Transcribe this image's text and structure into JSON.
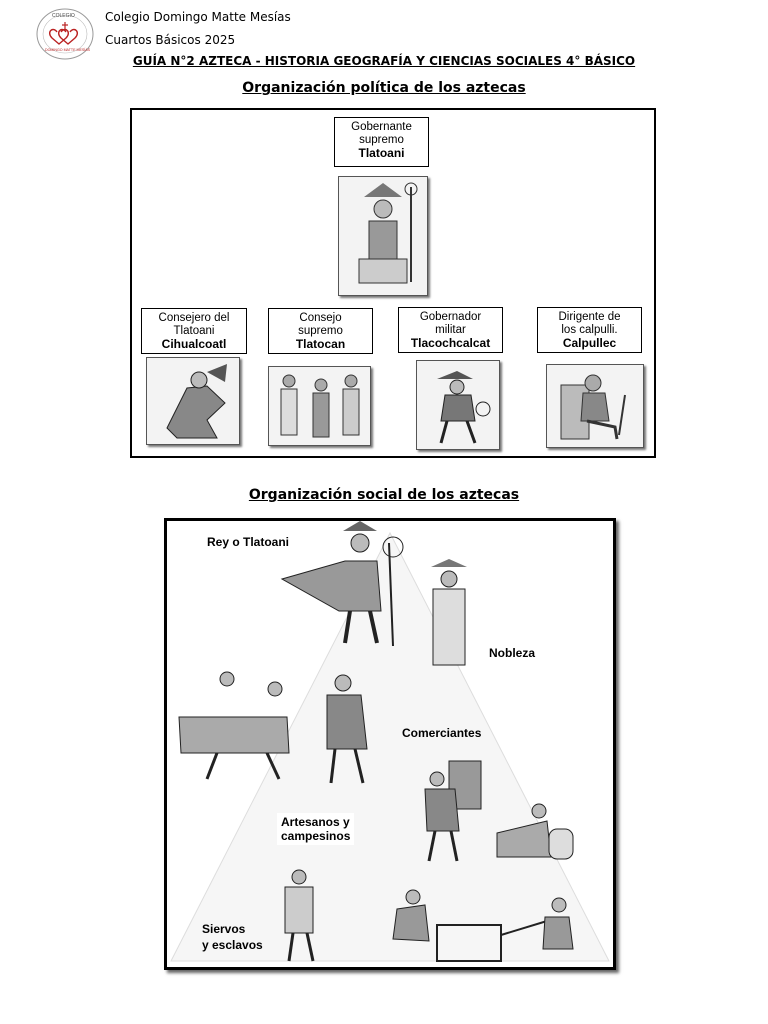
{
  "header": {
    "school": "Colegio Domingo Matte Mesías",
    "course": "Cuartos Básicos 2025",
    "guide_title": "GUÍA N°2 AZTECA - HISTORIA GEOGRAFÍA Y CIENCIAS SOCIALES 4° BÁSICO",
    "logo_text_top": "COLEGIO",
    "logo_text_bottom": "DOMINGO MATTE MESÍAS"
  },
  "political": {
    "title": "Organización política de los aztecas",
    "top": {
      "line1": "Gobernante",
      "line2": "supremo",
      "bold": "Tlatoani"
    },
    "roles": [
      {
        "line1": "Consejero del",
        "line2": "Tlatoani",
        "bold": "Cihualcoatl"
      },
      {
        "line1": "Consejo",
        "line2": "supremo",
        "bold": "Tlatocan"
      },
      {
        "line1": "Gobernador",
        "line2": "militar",
        "bold": "Tlacochcalcat"
      },
      {
        "line1": "Dirigente de",
        "line2": "los calpulli.",
        "bold": "Calpullec"
      }
    ]
  },
  "social": {
    "title": "Organización social de los aztecas",
    "levels": {
      "rey": "Rey o Tlatoani",
      "nobleza": "Nobleza",
      "comerciantes": "Comerciantes",
      "artesanos_1": "Artesanos y",
      "artesanos_2": "campesinos",
      "siervos_1": "Siervos",
      "siervos_2": "y esclavos"
    }
  }
}
